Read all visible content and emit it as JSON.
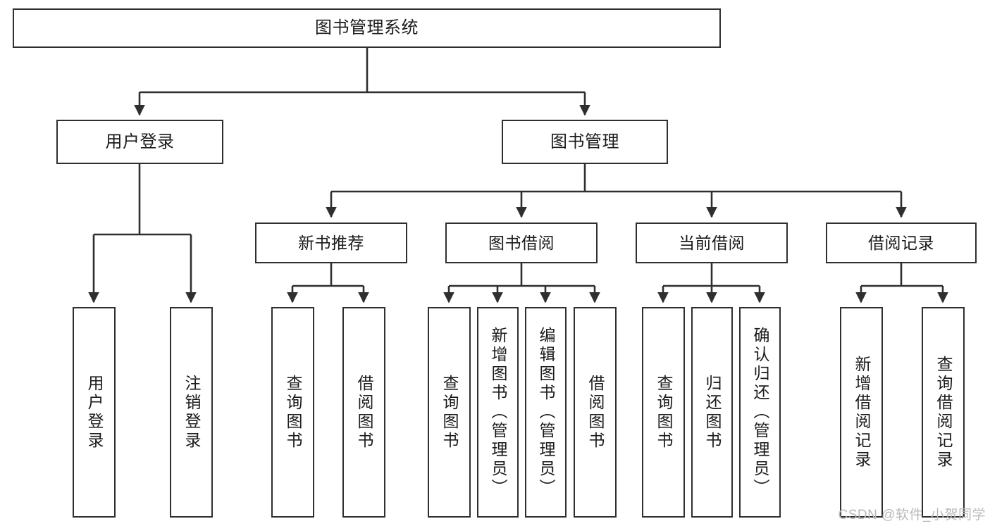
{
  "diagram": {
    "title": "图书管理系统",
    "type": "hierarchy-tree",
    "orientation": "top-down",
    "colors": {
      "background": "#ffffff",
      "node_border": "#2f2f2f",
      "node_fill": "#ffffff",
      "edge": "#2f2f2f",
      "text": "#1b1b1b",
      "watermark": "#b9b9b9"
    },
    "watermark": "CSDN @软件_小贺同学"
  },
  "nodes": {
    "root": {
      "label": "图书管理系统"
    },
    "level2": [
      {
        "id": "user-login",
        "label": "用户登录"
      },
      {
        "id": "book-management",
        "label": "图书管理"
      }
    ],
    "level3": [
      {
        "id": "new-book-recommend",
        "label": "新书推荐"
      },
      {
        "id": "book-borrow",
        "label": "图书借阅"
      },
      {
        "id": "current-borrow",
        "label": "当前借阅"
      },
      {
        "id": "borrow-record",
        "label": "借阅记录"
      }
    ],
    "leaves": {
      "user_login": [
        {
          "id": "leaf-user-login",
          "label": "用户登录"
        },
        {
          "id": "leaf-logout-login",
          "label": "注销登录"
        }
      ],
      "new_book_recommend": [
        {
          "id": "leaf-query-book-1",
          "label": "查询图书"
        },
        {
          "id": "leaf-borrow-book-1",
          "label": "借阅图书"
        }
      ],
      "book_borrow": [
        {
          "id": "leaf-query-book-2",
          "label": "查询图书"
        },
        {
          "id": "leaf-add-book",
          "label": "新增图书（管理员）"
        },
        {
          "id": "leaf-edit-book",
          "label": "编辑图书（管理员）"
        },
        {
          "id": "leaf-borrow-book-2",
          "label": "借阅图书"
        }
      ],
      "current_borrow": [
        {
          "id": "leaf-query-book-3",
          "label": "查询图书"
        },
        {
          "id": "leaf-return-book",
          "label": "归还图书"
        },
        {
          "id": "leaf-confirm-return",
          "label": "确认归还（管理员）"
        }
      ],
      "borrow_record": [
        {
          "id": "leaf-add-record",
          "label": "新增借阅记录"
        },
        {
          "id": "leaf-query-record",
          "label": "查询借阅记录"
        }
      ]
    }
  }
}
